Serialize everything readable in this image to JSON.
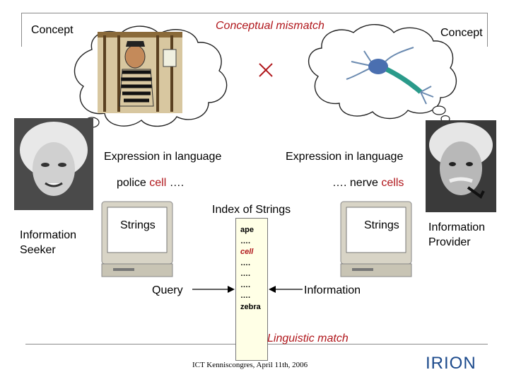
{
  "concept_left": "Concept",
  "concept_right": "Concept",
  "mismatch_label": "Conceptual mismatch",
  "expr_left": "Expression in language",
  "expr_right": "Expression in language",
  "phrase_left": {
    "pre": "police ",
    "key": "cell",
    "post": " …."
  },
  "phrase_right": {
    "pre": "…. nerve ",
    "key": "cells"
  },
  "index_title": "Index of Strings",
  "strings_left": "Strings",
  "strings_right": "Strings",
  "seeker": [
    "Information",
    "Seeker"
  ],
  "provider": [
    "Information",
    "Provider"
  ],
  "query": "Query",
  "information": "Information",
  "index_items": [
    "ape",
    "….",
    "cell",
    "….",
    "….",
    "….",
    "….",
    "zebra"
  ],
  "linguistic_match": "Linguistic match",
  "footer": "ICT Kenniscongres, April 11th, 2006",
  "logo_text": "IRION",
  "colors": {
    "accent_red": "#b0161b",
    "logo_blue": "#1c4a8c"
  }
}
